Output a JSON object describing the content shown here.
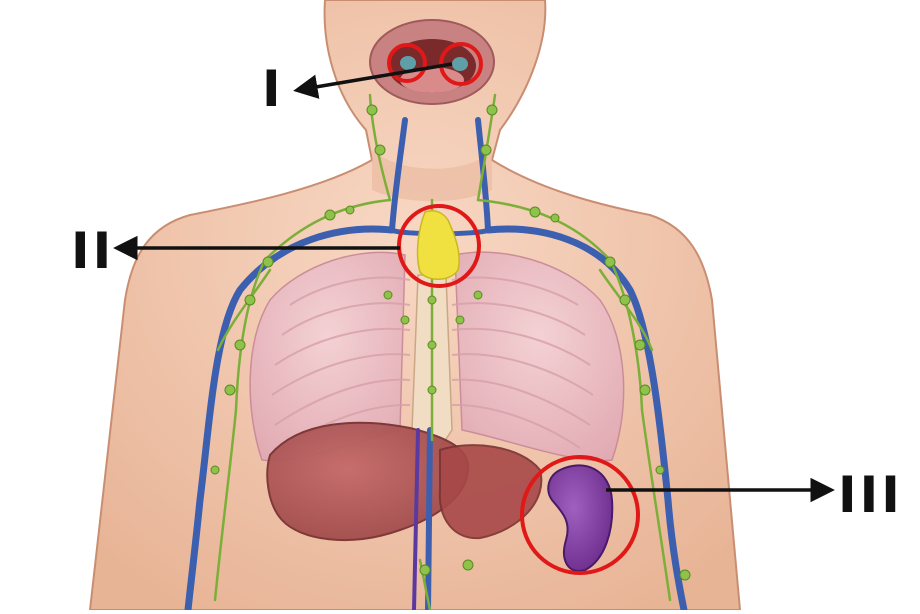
{
  "labels": {
    "one": "I",
    "two": "II",
    "three": "III"
  },
  "structures": [
    {
      "id": "I",
      "name": "tonsils"
    },
    {
      "id": "II",
      "name": "thymus"
    },
    {
      "id": "III",
      "name": "spleen"
    }
  ],
  "colors": {
    "skin": "#f2c7ad",
    "skin_shadow": "#d99d80",
    "lungs": "#e9b8c0",
    "liver": "#b85a5a",
    "vessel_blue": "#3c5fb0",
    "lymph_green": "#7cae3a",
    "thymus_yellow": "#f0e040",
    "spleen_purple": "#7a3a9a",
    "highlight_circle": "#e01818",
    "arrow": "#111111"
  }
}
